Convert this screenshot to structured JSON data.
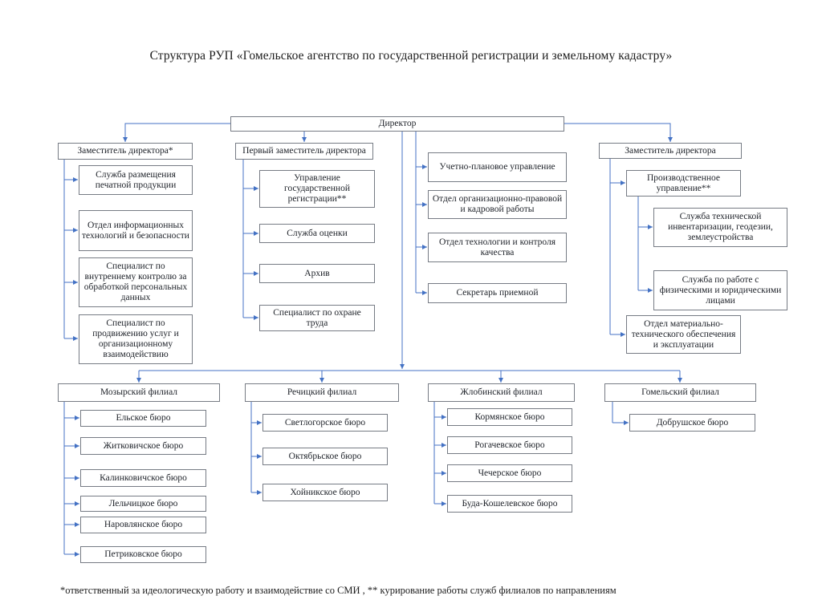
{
  "title": "Структура РУП «Гомельское агентство по государственной регистрации и земельному кадастру»",
  "footnote": "*ответственный за идеологическую работу и взаимодействие со СМИ , ** курирование работы служб филиалов по направлениям",
  "colors": {
    "connector_blue": "#4472c4",
    "box_border_gray": "#767b84",
    "background": "#ffffff",
    "text": "#1f1f1f"
  },
  "org": {
    "director": "Директор",
    "deputy_left": {
      "label": "Заместитель директора*",
      "units": [
        "Служба размещения печатной продукции",
        "Отдел информационных технологий и безопасности",
        "Специалист по внутреннему контролю за обработкой персональных данных",
        "Специалист по продвижению услуг и организационному взаимодействию"
      ]
    },
    "first_deputy": {
      "label": "Первый заместитель директора",
      "units": [
        "Управление государственной регистрации**",
        "Служба оценки",
        "Архив",
        "Специалист по охране труда"
      ]
    },
    "director_units": [
      "Учетно-плановое управление",
      "Отдел организационно-правовой и кадровой работы",
      "Отдел технологии и контроля качества",
      "Секретарь приемной"
    ],
    "deputy_right": {
      "label": "Заместитель директора",
      "units": [
        "Производственное управление**",
        "Отдел материально-технического обеспечения и эксплуатации"
      ],
      "production_units": [
        "Служба технической инвентаризации, геодезии, землеустройства",
        "Служба по работе с физическими и юридическими лицами"
      ]
    },
    "branches": [
      {
        "label": "Мозырский филиал",
        "bureaus": [
          "Ельское бюро",
          "Житковичское бюро",
          "Калинковичское бюро",
          "Лельчицкое бюро",
          "Наровлянское бюро",
          "Петриковское бюро"
        ]
      },
      {
        "label": "Речицкий филиал",
        "bureaus": [
          "Светлогорское бюро",
          "Октябрьское бюро",
          "Хойникское бюро"
        ]
      },
      {
        "label": "Жлобинский филиал",
        "bureaus": [
          "Кормянское бюро",
          "Рогачевское бюро",
          "Чечерское бюро",
          "Буда-Кошелевское бюро"
        ]
      },
      {
        "label": "Гомельский филиал",
        "bureaus": [
          "Добрушское бюро"
        ]
      }
    ]
  }
}
